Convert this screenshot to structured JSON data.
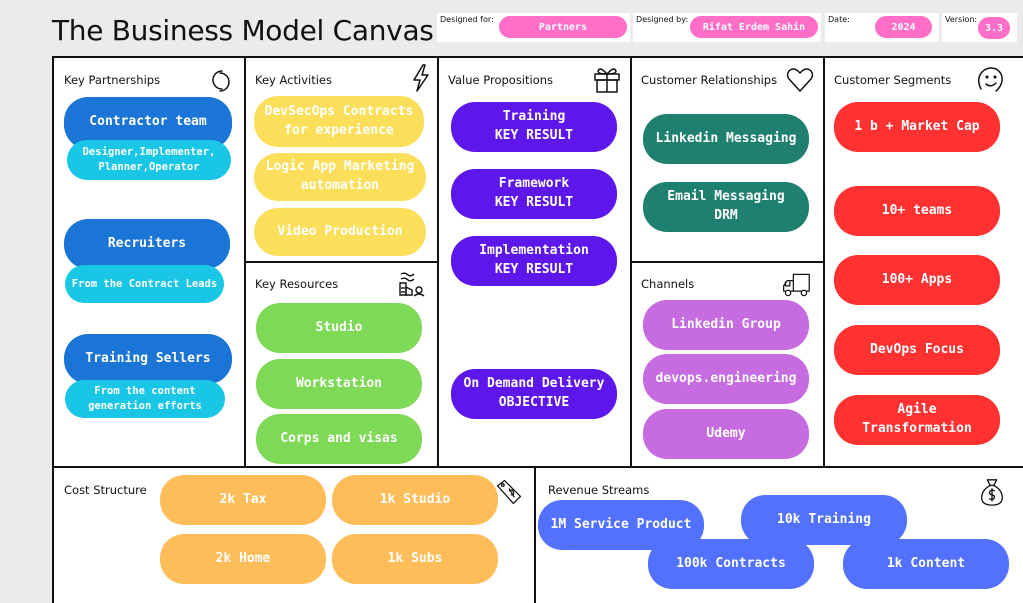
{
  "title": "The Business Model Canvas",
  "meta": {
    "designed_for_label": "Designed for:",
    "designed_for": "Partners",
    "designed_by_label": "Designed by:",
    "designed_by": "Rifat Erdem Sahin",
    "date_label": "Date:",
    "date": "2024",
    "version_label": "Version:",
    "version": "3.3"
  },
  "sections": {
    "key_partnerships": "Key Partnerships",
    "key_activities": "Key Activities",
    "key_resources": "Key Resources",
    "value_propositions": "Value Propositions",
    "customer_relationships": "Customer Relationships",
    "channels": "Channels",
    "customer_segments": "Customer Segments",
    "cost_structure": "Cost Structure",
    "revenue_streams": "Revenue Streams"
  },
  "key_partnerships": [
    {
      "label": "Contractor team",
      "sub": "Designer,Implementer,\nPlanner,Operator"
    },
    {
      "label": "Recruiters",
      "sub": "From the Contract Leads"
    },
    {
      "label": "Training Sellers",
      "sub": "From the content\ngeneration efforts"
    }
  ],
  "key_activities": [
    "DevSecOps Contracts\nfor experience",
    "Logic App Marketing\nautomation",
    "Video Production"
  ],
  "key_resources": [
    "Studio",
    "Workstation",
    "Corps and visas"
  ],
  "value_propositions": [
    "Training\nKEY RESULT",
    "Framework\nKEY RESULT",
    "Implementation\nKEY RESULT",
    "On Demand Delivery\nOBJECTIVE"
  ],
  "customer_relationships": [
    "Linkedin Messaging",
    "Email Messaging\nDRM"
  ],
  "channels": [
    "Linkedin Group",
    "devops.engineering",
    "Udemy"
  ],
  "customer_segments": [
    "1 b + Market Cap",
    "10+ teams",
    "100+ Apps",
    "DevOps Focus",
    "Agile\nTransformation"
  ],
  "cost_structure": [
    "2k Tax",
    "1k Studio",
    "2k Home",
    "1k Subs"
  ],
  "revenue_streams": [
    "1M Service Product",
    "10k Training",
    "100k Contracts",
    "1k Content"
  ],
  "icons": {
    "key_partnerships": "link-icon",
    "key_activities": "lightning-icon",
    "key_resources": "factory-icon",
    "value_propositions": "gift-icon",
    "customer_relationships": "heart-icon",
    "channels": "truck-icon",
    "customer_segments": "face-icon",
    "cost_structure": "price-tag-icon",
    "revenue_streams": "money-bag-icon"
  },
  "colors": {
    "partner_blue": "#1a75d6",
    "partner_cyan": "#19c6e6",
    "activity_yellow": "#fbde59",
    "resource_green": "#7ed957",
    "value_purple": "#5e17eb",
    "relationship_teal": "#20806f",
    "channel_lilac": "#c66be0",
    "segment_red": "#ff3131",
    "cost_orange": "#ffbd59",
    "revenue_blue": "#5271ff",
    "meta_pink": "#ff6ec7"
  }
}
